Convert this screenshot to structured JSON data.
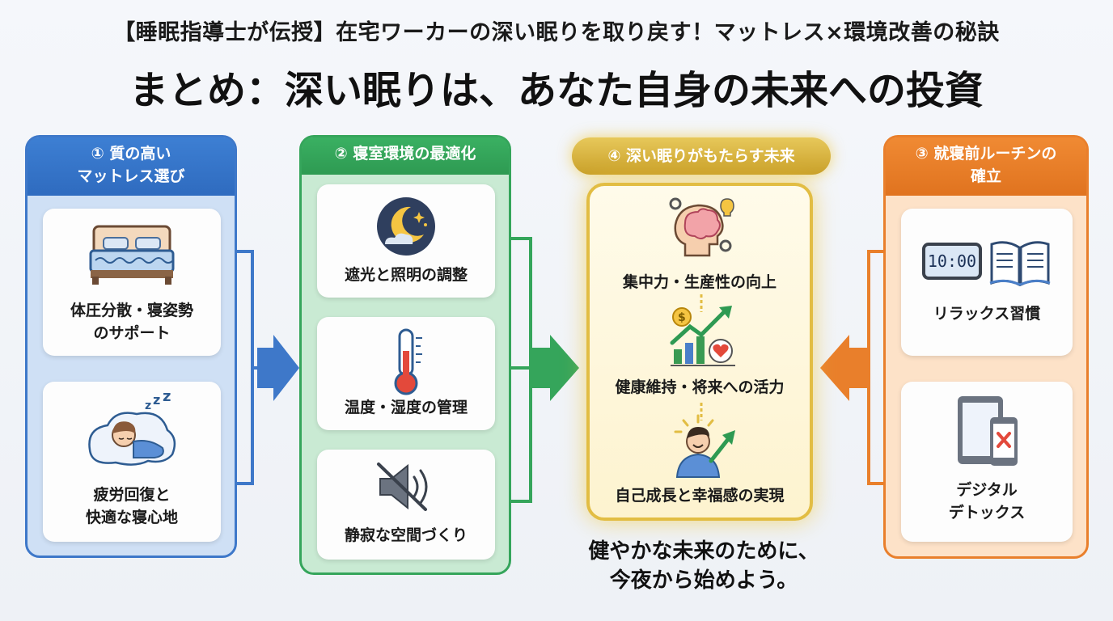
{
  "header": {
    "subtitle": "【睡眠指導士が伝授】在宅ワーカーの深い眠りを取り戻す！マットレス×環境改善の秘訣",
    "title": "まとめ：深い眠りは、あなた自身の未来への投資"
  },
  "colors": {
    "blue": "#3e78c9",
    "green": "#35a55b",
    "orange": "#e97f2b",
    "gold": "#e2bd43"
  },
  "mattress": {
    "head_line1": "① 質の高い",
    "head_line2": "マットレス選び",
    "cards": [
      {
        "icon": "bed-icon",
        "line1": "体圧分散・寝姿勢",
        "line2": "のサポート"
      },
      {
        "icon": "sleeping-person-icon",
        "line1": "疲労回復と",
        "line2": "快適な寝心地"
      }
    ]
  },
  "environment": {
    "head": "② 寝室環境の最適化",
    "cards": [
      {
        "icon": "moon-icon",
        "label": "遮光と照明の調整"
      },
      {
        "icon": "thermometer-icon",
        "label": "温度・湿度の管理"
      },
      {
        "icon": "mute-speaker-icon",
        "label": "静寂な空間づくり"
      }
    ]
  },
  "future": {
    "head": "④ 深い眠りがもたらす未来",
    "items": [
      {
        "icon": "brain-icon",
        "label": "集中力・生産性の向上"
      },
      {
        "icon": "growth-chart-icon",
        "label": "健康維持・将来への活力"
      },
      {
        "icon": "happy-person-icon",
        "label": "自己成長と幸福感の実現"
      }
    ]
  },
  "routine": {
    "head_line1": "③ 就寝前ルーチンの",
    "head_line2": "確立",
    "clock_text": "10:00",
    "cards": [
      {
        "icon": "clock-book-icon",
        "line1": "リラックス習慣",
        "line2": ""
      },
      {
        "icon": "devices-icon",
        "line1": "デジタル",
        "line2": "デトックス"
      }
    ]
  },
  "closing": {
    "line1": "健やかな未来のために、",
    "line2": "今夜から始めよう。"
  }
}
